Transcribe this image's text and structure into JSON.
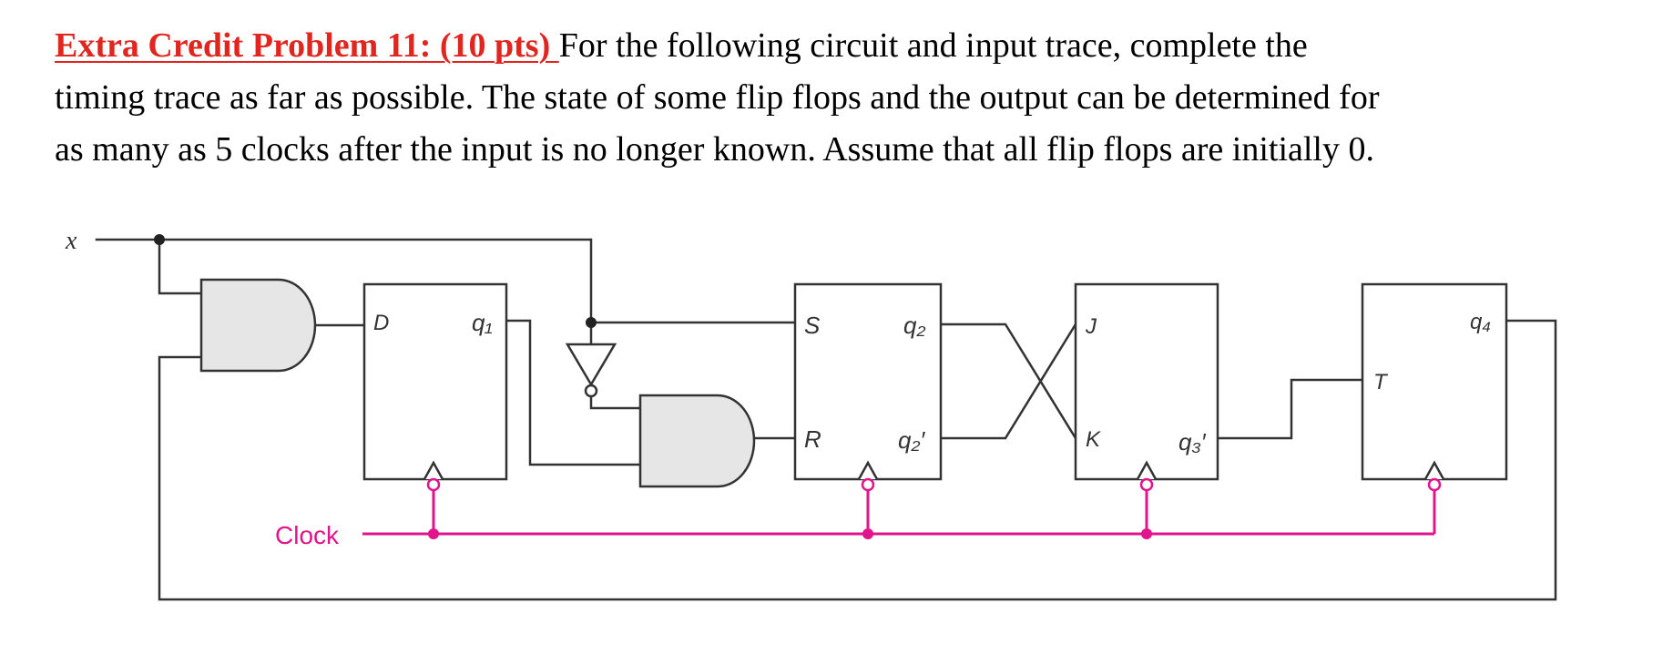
{
  "problem": {
    "heading": "Extra Credit Problem 11:  (10 pts) ",
    "line1_rest": "For the following circuit and input trace, complete the",
    "line2": "timing trace as far as possible.  The state of some flip flops and the output can be determined for",
    "line3": "as many as 5 clocks after the input is no longer known.  Assume that all flip flops are initially 0."
  },
  "circuit": {
    "input_label": "x",
    "clock_label": "Clock",
    "ff1": {
      "in": "D",
      "out": "q₁"
    },
    "ff2": {
      "in_top": "S",
      "in_bottom": "R",
      "out": "q₂",
      "out_bar": "q₂′"
    },
    "ff3": {
      "in_top": "J",
      "in_bottom": "K",
      "out_bar": "q₃′"
    },
    "ff4": {
      "in": "T",
      "out": "q₄"
    },
    "colors": {
      "wire": "#333333",
      "gate_fill": "#e6e6e6",
      "clock": "#e0158c",
      "heading": "#e0261f"
    }
  }
}
